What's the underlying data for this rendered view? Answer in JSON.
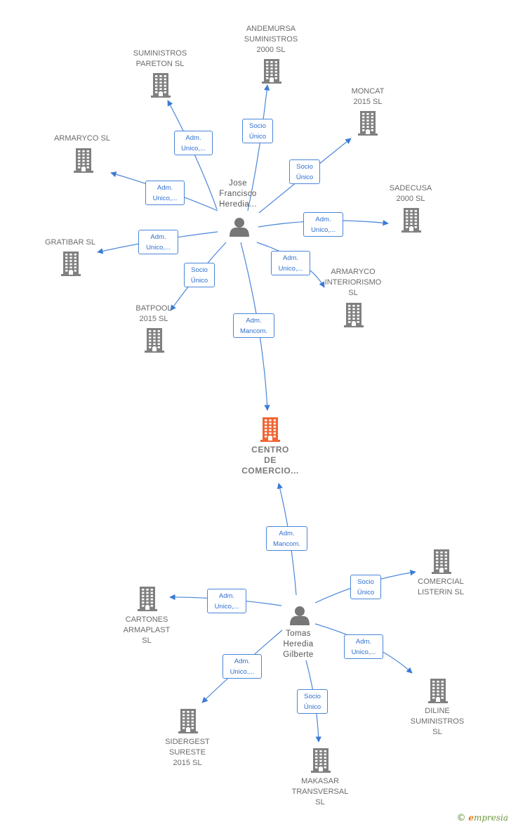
{
  "colors": {
    "edge": "#4a86d8",
    "node": "#808080",
    "highlight": "#f06533",
    "person": "#777777"
  },
  "nodes": [
    {
      "id": "centro",
      "type": "company-main",
      "label": "CENTRO\nDE\nCOMERCIO..."
    },
    {
      "id": "jose",
      "type": "person",
      "label": "Jose\nFrancisco\nHeredia..."
    },
    {
      "id": "tomas",
      "type": "person",
      "label": "Tomas\nHeredia\nGilberte"
    },
    {
      "id": "andemursa",
      "type": "company",
      "label": "ANDEMURSA\nSUMINISTROS\n2000  SL"
    },
    {
      "id": "pareton",
      "type": "company",
      "label": "SUMINISTROS\nPARETON  SL"
    },
    {
      "id": "moncat",
      "type": "company",
      "label": "MONCAT\n2015  SL"
    },
    {
      "id": "armaryco",
      "type": "company",
      "label": "ARMARYCO SL"
    },
    {
      "id": "sadecusa",
      "type": "company",
      "label": "SADECUSA\n2000  SL"
    },
    {
      "id": "gratibar",
      "type": "company",
      "label": "GRATIBAR  SL"
    },
    {
      "id": "armaryco_int",
      "type": "company",
      "label": "ARMARYCO\nINTERIORISMO\nSL"
    },
    {
      "id": "batpool",
      "type": "company",
      "label": "BATPOOL\n2015  SL"
    },
    {
      "id": "comercial",
      "type": "company",
      "label": "COMERCIAL\nLISTERIN  SL"
    },
    {
      "id": "cartones",
      "type": "company",
      "label": "CARTONES\nARMAPLAST\nSL"
    },
    {
      "id": "diline",
      "type": "company",
      "label": "DILINE\nSUMINISTROS\nSL"
    },
    {
      "id": "sidergest",
      "type": "company",
      "label": "SIDERGEST\nSURESTE\n2015  SL"
    },
    {
      "id": "makasar",
      "type": "company",
      "label": "MAKASAR\nTRANSVERSAL\nSL"
    }
  ],
  "edges": [
    {
      "from": "jose",
      "to": "pareton",
      "label": "Adm.\nUnico,..."
    },
    {
      "from": "jose",
      "to": "andemursa",
      "label": "Socio\nÚnico"
    },
    {
      "from": "jose",
      "to": "moncat",
      "label": "Socio\nÚnico"
    },
    {
      "from": "jose",
      "to": "armaryco",
      "label": "Adm.\nUnico,..."
    },
    {
      "from": "jose",
      "to": "sadecusa",
      "label": "Adm.\nUnico,..."
    },
    {
      "from": "jose",
      "to": "gratibar",
      "label": "Adm.\nUnico,..."
    },
    {
      "from": "jose",
      "to": "armaryco_int",
      "label": "Adm.\nUnico,..."
    },
    {
      "from": "jose",
      "to": "batpool",
      "label": "Socio\nÚnico"
    },
    {
      "from": "jose",
      "to": "centro",
      "label": "Adm.\nMancom."
    },
    {
      "from": "tomas",
      "to": "centro",
      "label": "Adm.\nMancom."
    },
    {
      "from": "tomas",
      "to": "comercial",
      "label": "Socio\nÚnico"
    },
    {
      "from": "tomas",
      "to": "cartones",
      "label": "Adm.\nUnico,..."
    },
    {
      "from": "tomas",
      "to": "diline",
      "label": "Adm.\nUnico,..."
    },
    {
      "from": "tomas",
      "to": "sidergest",
      "label": "Adm.\nUnico,..."
    },
    {
      "from": "tomas",
      "to": "makasar",
      "label": "Socio\nÚnico"
    }
  ],
  "watermark": {
    "symbol": "©",
    "brand_initial": "e",
    "brand_rest": "mpresia"
  }
}
